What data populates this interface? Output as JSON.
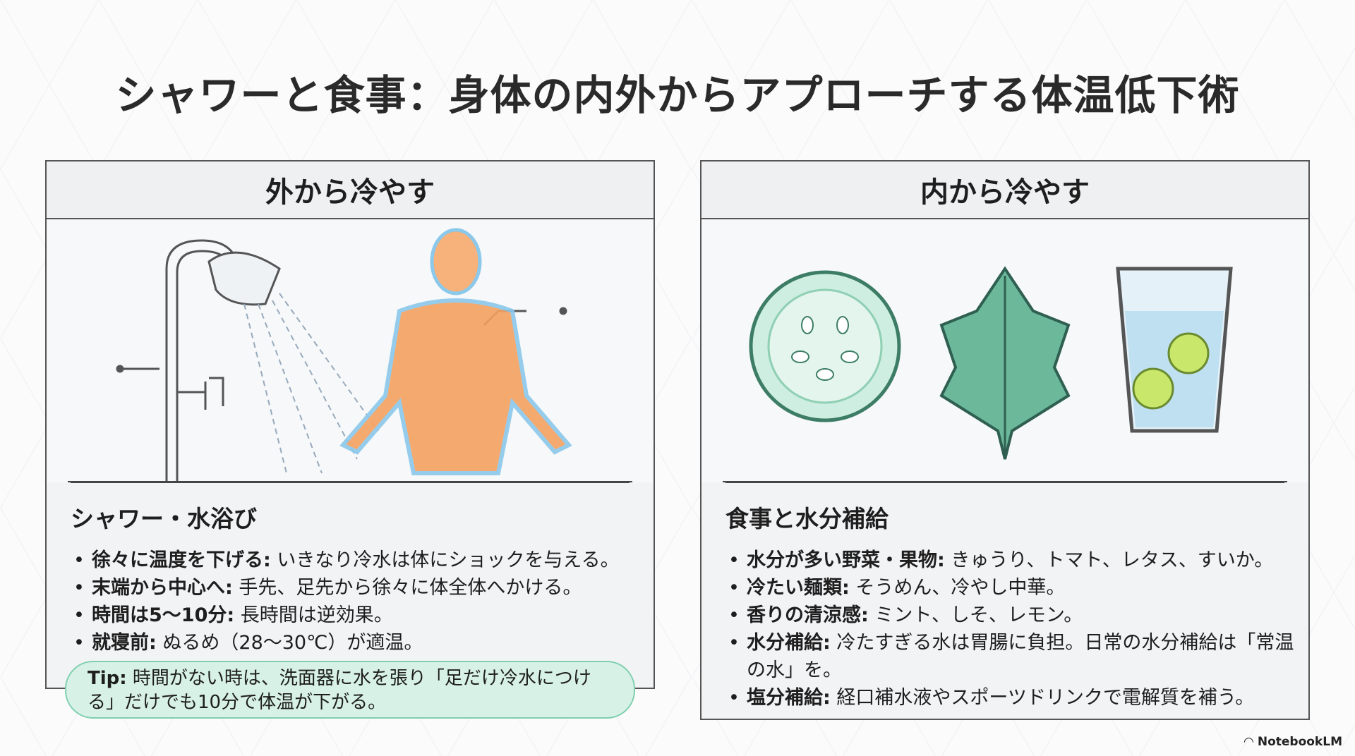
{
  "title": "シャワーと食事：身体の内外からアプローチする体温低下術",
  "left": {
    "header": "外から冷やす",
    "subtitle": "シャワー・水浴び",
    "items": [
      {
        "label": "徐々に温度を下げる:",
        "text": " いきなり冷水は体にショックを与える。"
      },
      {
        "label": "末端から中心へ:",
        "text": " 手先、足先から徐々に体全体へかける。"
      },
      {
        "label": "時間は5〜10分:",
        "text": " 長時間は逆効果。"
      },
      {
        "label": "就寝前:",
        "text": " ぬるめ（28〜30℃）が適温。"
      }
    ]
  },
  "tip": {
    "label": "Tip:",
    "text": " 時間がない時は、洗面器に水を張り「足だけ冷水につける」だけでも10分で体温が下がる。"
  },
  "right": {
    "header": "内から冷やす",
    "subtitle": "食事と水分補給",
    "items": [
      {
        "label": "水分が多い野菜・果物:",
        "text": " きゅうり、トマト、レタス、すいか。"
      },
      {
        "label": "冷たい麺類:",
        "text": " そうめん、冷やし中華。"
      },
      {
        "label": "香りの清涼感:",
        "text": " ミント、しそ、レモン。"
      },
      {
        "label": "水分補給:",
        "text": " 冷たすぎる水は胃腸に負担。日常の水分補給は「常温の水」を。"
      },
      {
        "label": "塩分補給:",
        "text": " 経口補水液やスポーツドリンクで電解質を補う。"
      }
    ]
  },
  "brand": "NotebookLM",
  "colors": {
    "accent": "#7fcfae",
    "warm": "#f4a261",
    "cool": "#a9d6ef"
  }
}
